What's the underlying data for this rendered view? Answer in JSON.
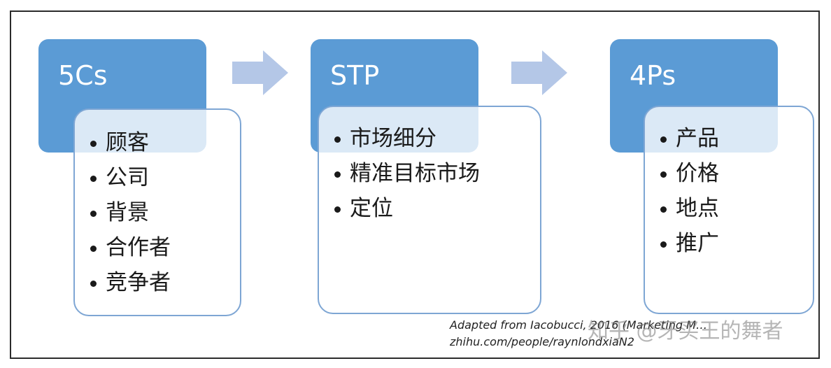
{
  "columns": [
    {
      "heading": "5Cs",
      "items": [
        "顾客",
        "公司",
        "背景",
        "合作者",
        "竞争者"
      ]
    },
    {
      "heading": "STP",
      "items": [
        "市场细分",
        "精准目标市场",
        "定位"
      ]
    },
    {
      "heading": "4Ps",
      "items": [
        "产品",
        "价格",
        "地点",
        "推广"
      ]
    }
  ],
  "credit": {
    "line1": "Adapted from Iacobucci, 2016 (Marketing M…",
    "line2": "zhihu.com/people/raynlondxiaN2"
  },
  "watermark": "知乎 @牙买王的舞者",
  "colors": {
    "header": "#5b9bd5",
    "list_border": "#7ea6d4",
    "arrow": "#b4c7e7"
  }
}
